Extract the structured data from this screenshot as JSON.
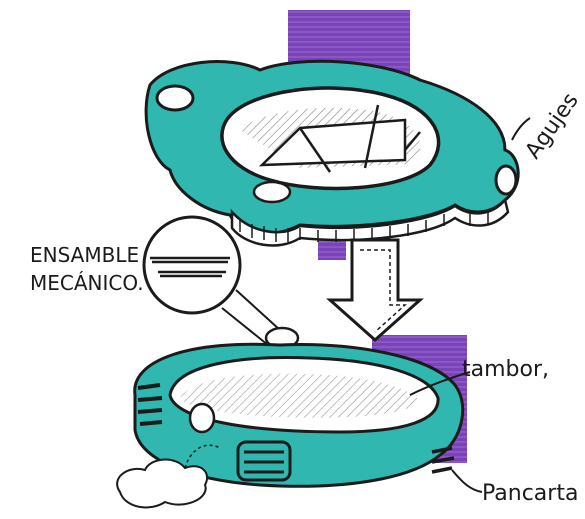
{
  "sketch": {
    "annotations": {
      "assembly_line1": "ENSAMBLE",
      "assembly_line2": "MECÁNICO.",
      "agujeros": "Agujes",
      "tambor": "tambor,",
      "pancarta": "Pancarta"
    },
    "colors": {
      "ink": "#1b1b1b",
      "teal": "#2fb7b0",
      "teal_dark": "#188a86",
      "purple": "#7a44b8",
      "paper": "#ffffff"
    }
  }
}
